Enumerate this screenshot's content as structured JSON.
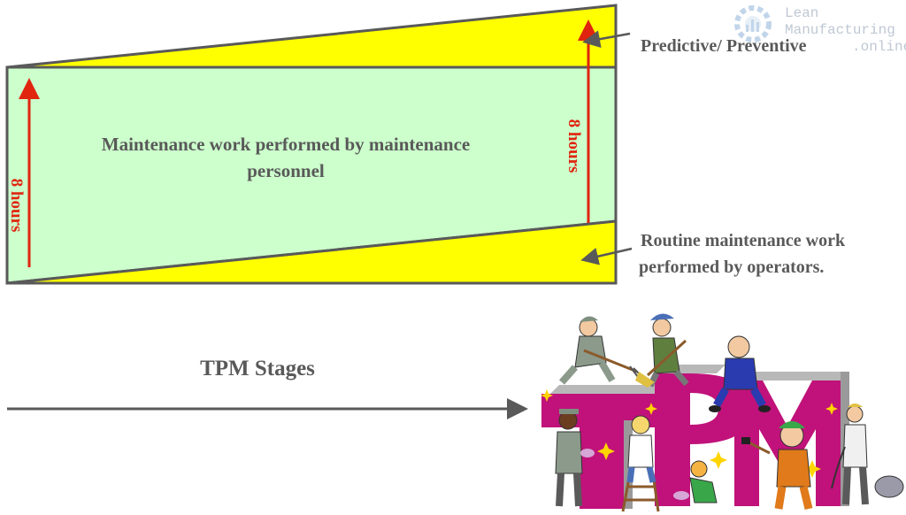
{
  "diagram": {
    "main_area_label_line1": "Maintenance work performed by maintenance",
    "main_area_label_line2": "personnel",
    "left_arrow_label": "8 hours",
    "right_arrow_label": "8 hours",
    "top_callout": "Predictive/ Preventive",
    "bottom_callout_line1": "Routine maintenance work",
    "bottom_callout_line2": "performed by operators.",
    "stages_label": "TPM Stages",
    "logo_text": "TPM"
  },
  "watermark": {
    "line1": "Lean",
    "line2": "Manufacturing",
    "line3": ".online"
  },
  "colors": {
    "predictive_region": "#ffff00",
    "maintenance_region": "#ccffcc",
    "operator_region": "#ffff00",
    "outline": "#595959",
    "arrow_red": "#e0240e",
    "text_gray": "#595959",
    "logo_magenta": "#c0127a"
  }
}
